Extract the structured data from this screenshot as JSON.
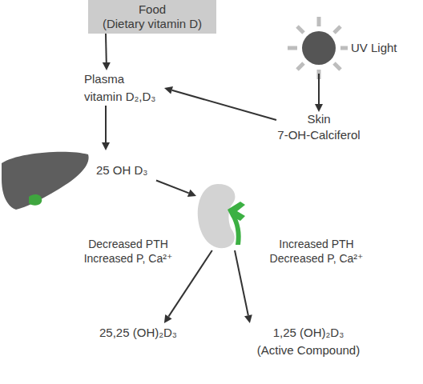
{
  "diagram": {
    "nodes": [
      {
        "text": [
          "Food",
          "(Dietary vitamin D)"
        ]
      },
      {
        "text": [
          "UV Light"
        ]
      },
      {
        "text": [
          "Plasma",
          "vitamin D₂,D₃"
        ]
      },
      {
        "text": [
          "Skin",
          "7-OH-Calciferol"
        ]
      },
      {
        "text": [
          "25 OH D₃"
        ]
      },
      {
        "text": []
      },
      {
        "text": [
          "25,25 (OH)₂D₃"
        ]
      },
      {
        "text": [
          "1,25 (OH)₂D₃",
          "(Active Compound)"
        ]
      }
    ],
    "edges": [
      {
        "from": 0,
        "to": 2,
        "arrow": "to"
      },
      {
        "from": 1,
        "to": 3,
        "arrow": "to"
      },
      {
        "from": 3,
        "to": 2,
        "arrow": "to"
      },
      {
        "from": 2,
        "to": 4,
        "arrow": "to"
      },
      {
        "from": 4,
        "to": 5,
        "arrow": "to"
      },
      {
        "from": 5,
        "to": 6,
        "label": "Decreased PTH Increased P, Ca²⁺",
        "arrow": "to"
      },
      {
        "from": 5,
        "to": 7,
        "label": "Increased PTH Decreased P, Ca²⁺",
        "arrow": "to"
      }
    ]
  }
}
